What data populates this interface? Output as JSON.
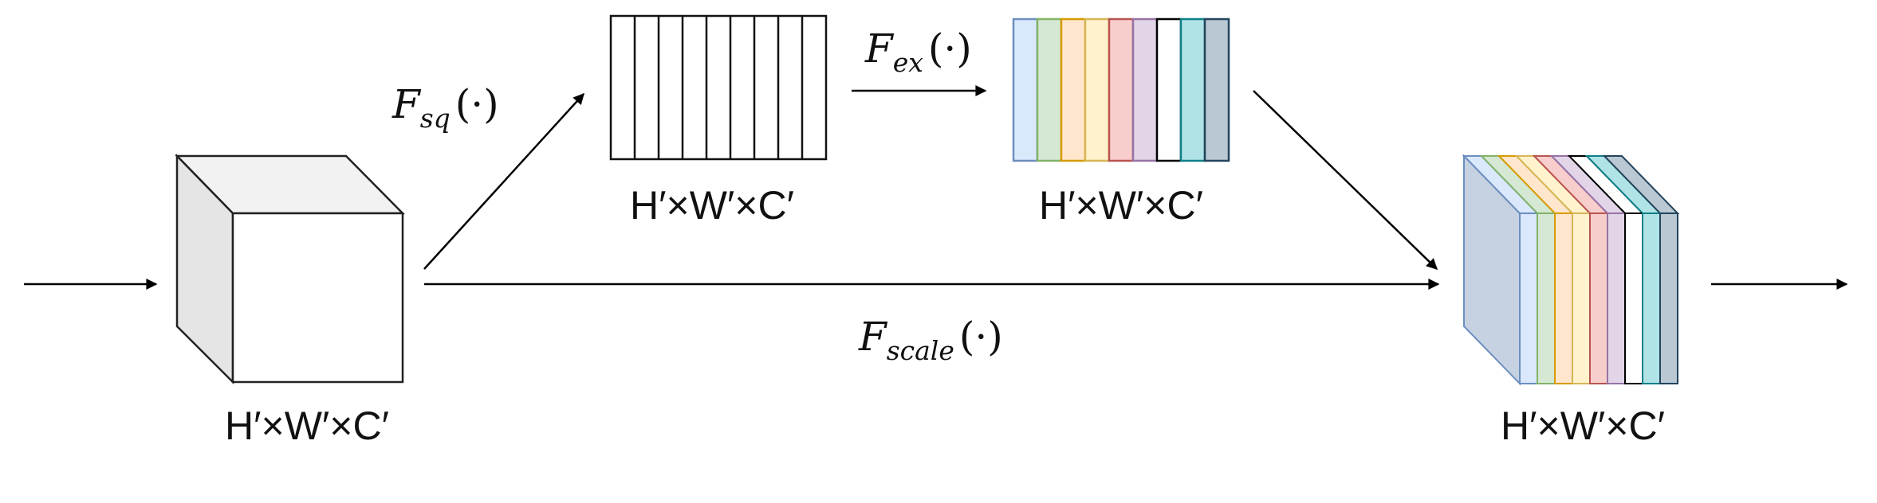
{
  "diagram": {
    "input_block": {
      "label": "H′×W′×C′"
    },
    "squeeze_block": {
      "label": "H′×W′×C′",
      "channel_count": 9
    },
    "excitation_block": {
      "label": "H′×W′×C′",
      "channel_fill_colors": [
        "#dae8fc",
        "#d5e8d4",
        "#ffe6cc",
        "#fff2cc",
        "#f8cecc",
        "#e1d5e7",
        "#ffffff",
        "#b0e3e6",
        "#bac8d3"
      ],
      "channel_stroke_colors": [
        "#6c8ebf",
        "#82b366",
        "#d79b00",
        "#d6b656",
        "#b85450",
        "#9673a6",
        "#000000",
        "#0e8088",
        "#23445d"
      ]
    },
    "output_block": {
      "label": "H′×W′×C′",
      "side_face_color": "#c6d1e2"
    },
    "functions": {
      "squeeze": {
        "symbol": "F",
        "subscript": "sq",
        "arg": "(·)"
      },
      "excitation": {
        "symbol": "F",
        "subscript": "ex",
        "arg": "(·)"
      },
      "scale": {
        "symbol": "F",
        "subscript": "scale",
        "arg": "(·)"
      }
    }
  }
}
